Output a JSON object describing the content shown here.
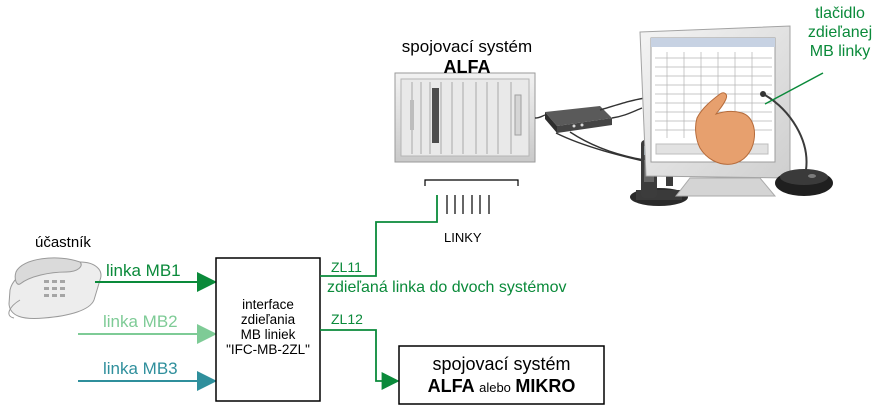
{
  "colors": {
    "green": "#0a8a3a",
    "light_green": "#7ecb96",
    "teal": "#2f8f9c",
    "black": "#000000"
  },
  "labels": {
    "alfa_system_title_line1": "spojovací systém",
    "alfa_system_title_line2": "ALFA",
    "linky": "LINKY",
    "ucastnik": "účastník",
    "linka_mb1": "linka MB1",
    "linka_mb2": "linka MB2",
    "linka_mb3": "linka MB3",
    "interface_line1": "interface",
    "interface_line2": "zdieľania",
    "interface_line3": "MB liniek",
    "interface_line4": "\"IFC-MB-2ZL\"",
    "zl11": "ZL11",
    "zl12": "ZL12",
    "shared_line": "zdieľaná  linka do dvoch systémov",
    "button_line1": "tlačidlo",
    "button_line2": "zdieľanej",
    "button_line3": "MB  linky",
    "bottom_system_line1": "spojovací systém",
    "bottom_system_alfa": "ALFA",
    "bottom_system_or": "alebo",
    "bottom_system_mikro": "MIKRO"
  },
  "icons": {
    "phone": "desk-phone-icon",
    "cabinet": "rack-cabinet-icon",
    "modem": "modem-icon",
    "cordless": "cordless-phone-icon",
    "monitor": "touch-monitor-icon",
    "microphone": "microphone-icon",
    "hand": "pointing-hand-icon"
  }
}
